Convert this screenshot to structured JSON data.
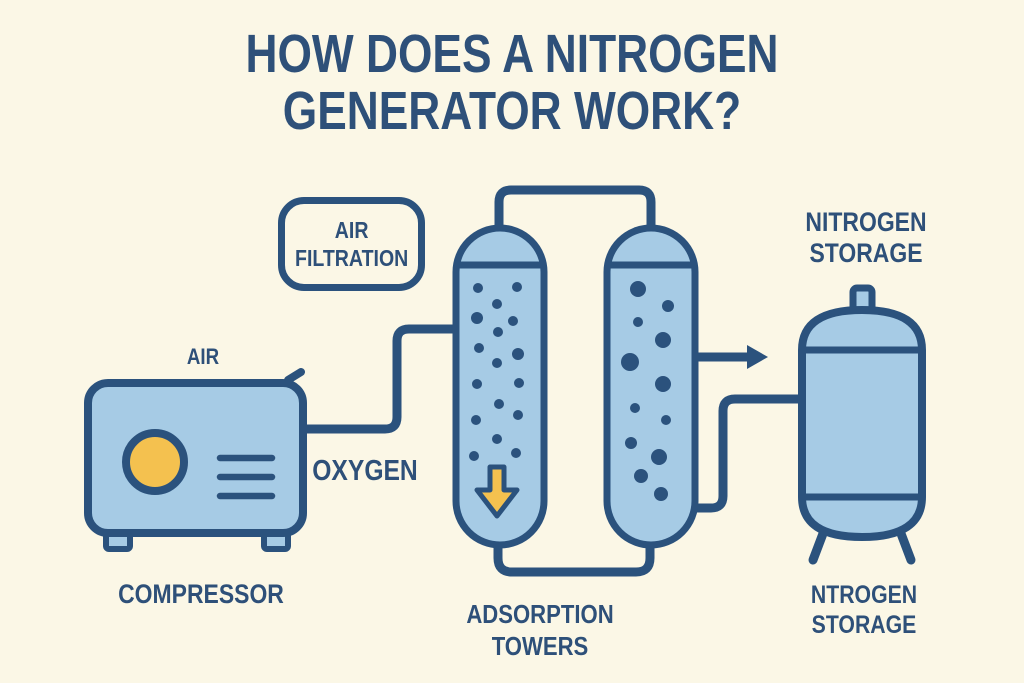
{
  "title_lines": [
    "HOW DOES A NITROGEN",
    "GENERATOR WORK?"
  ],
  "labels": {
    "air_filtration": [
      "AIR",
      "FILTRATION"
    ],
    "air": "AIR",
    "oxygen": "OXYGEN",
    "compressor": "COMPRESSOR",
    "adsorption_towers": [
      "ADSORPTION",
      "TOWERS"
    ],
    "nitrogen_storage_top": [
      "NITROGEN",
      "STORAGE"
    ],
    "nitrogen_storage_bottom": [
      "NTROGEN",
      "STORAGE"
    ]
  },
  "icons": [
    "compressor-icon",
    "air-filtration-box",
    "adsorption-tower-1-icon",
    "adsorption-tower-2-icon",
    "down-arrow-icon",
    "flow-arrow-icon",
    "storage-tank-icon"
  ],
  "colors": {
    "background": "#FBF7E6",
    "navy": "#2B527D",
    "title_navy": "#2E5079",
    "light_blue": "#A6CBE5",
    "yellow": "#F4C14F"
  }
}
